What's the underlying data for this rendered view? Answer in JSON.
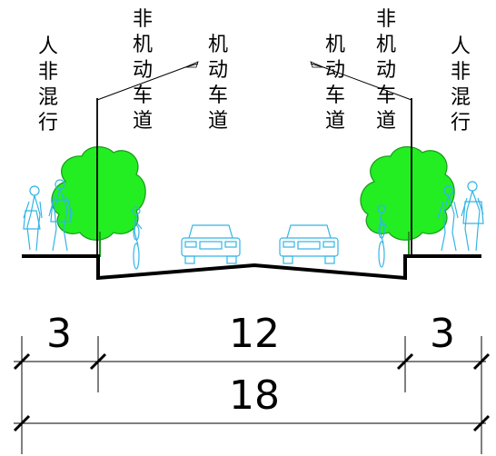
{
  "labels": {
    "left_sidewalk": "人非混行",
    "left_bike_lane": "非机动车道",
    "left_motor_lane": "机动车道",
    "right_motor_lane": "机动车道",
    "right_bike_lane": "非机动车道",
    "right_sidewalk": "人非混行"
  },
  "dimensions": {
    "left": "3",
    "center": "12",
    "right": "3",
    "total": "18"
  },
  "colors": {
    "tree": "#22ee22",
    "tree_outline": "#1a9a1a",
    "figure": "#33b5e5",
    "line": "#000000"
  }
}
